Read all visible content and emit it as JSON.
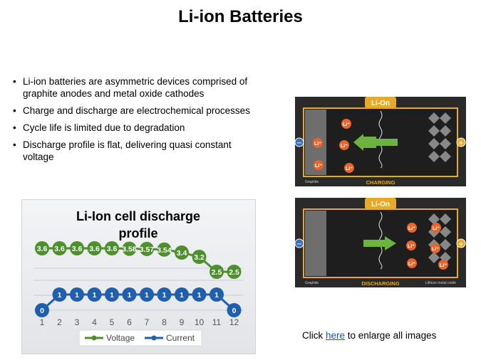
{
  "slide": {
    "title": "Li-ion Batteries",
    "bullets": [
      "Li-ion batteries are asymmetric devices comprised of graphite anodes and metal oxide cathodes",
      "Charge and discharge are electrochemical processes",
      "Cycle life is limited due to degradation",
      "Discharge profile is flat, delivering quasi constant voltage"
    ],
    "click_prefix": "Click ",
    "click_link": "here",
    "click_suffix": " to enlarge all images"
  },
  "battery_charging": {
    "header": "Li-On",
    "ion_label": "Li⁺",
    "left_terminal": "−",
    "right_terminal": "+",
    "bottom_left_label": "Graphite",
    "caption": "CHARGING"
  },
  "battery_discharging": {
    "header": "Li-On",
    "ion_label": "Li⁺",
    "left_terminal": "−",
    "right_terminal": "+",
    "bottom_left_label": "Graphite",
    "caption": "DISCHARGING",
    "bottom_right_label": "Lithium metal oxide"
  },
  "chart_data": {
    "type": "line",
    "title": "Li-Ion cell discharge profile",
    "x": [
      1,
      2,
      3,
      4,
      5,
      6,
      7,
      8,
      9,
      10,
      11,
      12
    ],
    "series": [
      {
        "name": "Voltage",
        "color": "#4e8f2e",
        "values": [
          3.6,
          3.6,
          3.6,
          3.6,
          3.6,
          3.58,
          3.57,
          3.54,
          3.4,
          3.2,
          2.5,
          2.5
        ],
        "labels": [
          "3.6",
          "3.6",
          "3.6",
          "3.6",
          "3.6",
          "3.58",
          "3.57",
          "3.54",
          "3.4",
          "3.2",
          "2.5",
          "2.5"
        ]
      },
      {
        "name": "Current",
        "color": "#1f5fad",
        "values": [
          0,
          1,
          1,
          1,
          1,
          1,
          1,
          1,
          1,
          1,
          1,
          0
        ],
        "labels": [
          "0",
          "1",
          "1",
          "1",
          "1",
          "1",
          "1",
          "1",
          "1",
          "1",
          "1",
          "0"
        ]
      }
    ],
    "legend_position": "bottom",
    "grid": true
  }
}
